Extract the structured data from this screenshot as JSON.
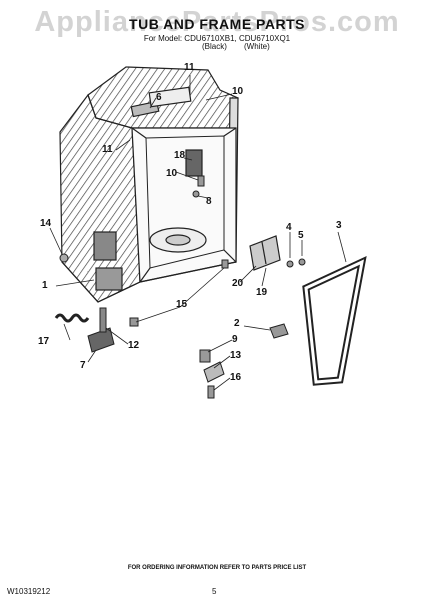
{
  "watermark": "AppliancePartsPros.com",
  "header": {
    "title": "TUB AND FRAME PARTS",
    "model": "For Model: CDU6710XB1, CDU6710XQ1",
    "color_black": "(Black)",
    "color_white": "(White)"
  },
  "callouts": [
    "11",
    "10",
    "6",
    "11",
    "18",
    "10",
    "8",
    "14",
    "3",
    "4",
    "5",
    "20",
    "19",
    "1",
    "15",
    "2",
    "17",
    "7",
    "12",
    "9",
    "13",
    "16"
  ],
  "footer": {
    "ordering_note": "FOR ORDERING INFORMATION REFER TO PARTS PRICE LIST",
    "doc_number": "W10319212",
    "page_number": "5"
  },
  "colors": {
    "line": "#222222",
    "paper": "#ffffff",
    "watermark": "#b4b4b4"
  }
}
